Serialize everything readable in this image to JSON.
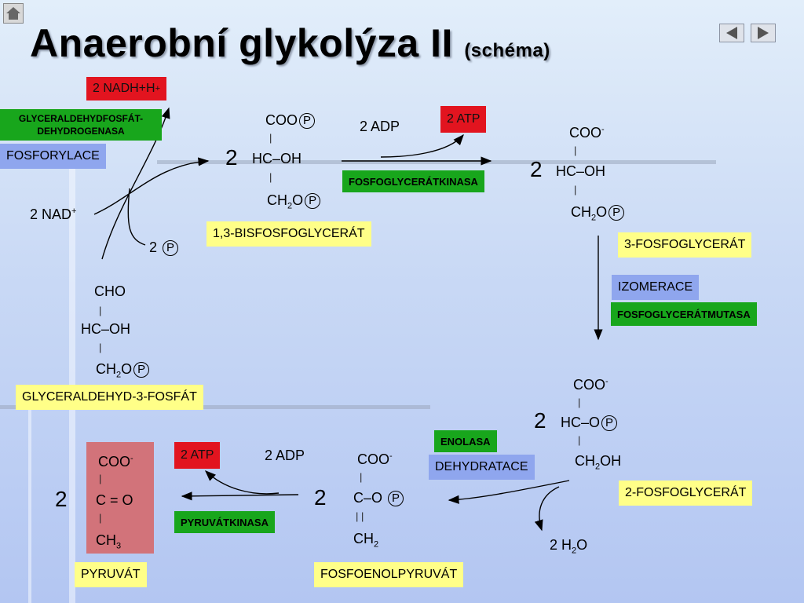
{
  "title": {
    "main": "Anaerobní glykolýza II",
    "sub": "(schéma)"
  },
  "nav": {
    "home_icon": "home-icon",
    "prev_icon": "triangle-left-icon",
    "next_icon": "triangle-right-icon"
  },
  "colors": {
    "red": "#e2141f",
    "green": "#18a61c",
    "blue": "#8fa6ee",
    "yellow": "#ffff88",
    "pink": "#d2737a"
  },
  "labels": {
    "nadh": "2 NADH+H",
    "nadh_sup": "+",
    "gapdh": "GLYCERALDEHYDFOSFÁT-DEHYDROGENASA",
    "phosphorylace": "FOSFORYLACE",
    "nad": "2 NAD",
    "nad_sup": "+",
    "two_p": "2",
    "p_symbol": "P",
    "adp1": "2 ADP",
    "atp1": "2 ATP",
    "pgk": "FOSFOGLYCERÁTKINASA",
    "bpg": "1,3-BISFOSFOGLYCERÁT",
    "pg3": "3-FOSFOGLYCERÁT",
    "izomerace": "IZOMERACE",
    "mutasa": "FOSFOGLYCERÁTMUTASA",
    "g3p": "GLYCERALDEHYD-3-FOSFÁT",
    "enolasa": "ENOLASA",
    "dehydratace": "DEHYDRATACE",
    "pg2": "2-FOSFOGLYCERÁT",
    "water": "2 H",
    "water_sub": "2",
    "water_o": "O",
    "atp2": "2 ATP",
    "adp2": "2 ADP",
    "pk": "PYRUVÁTKINASA",
    "pyruvat": "PYRUVÁT",
    "pep": "FOSFOENOLPYRUVÁT"
  },
  "stoich": {
    "coef": "2"
  },
  "formula": {
    "coo": "COO",
    "minus": "-",
    "hcoh": "HC–OH",
    "hco": "HC–O",
    "ch": "CH",
    "two": "2",
    "three": "3",
    "o": "O",
    "oh": "OH",
    "cho": "CHO",
    "co_dbl": "C = O",
    "c_o": "C–O",
    "single": "|",
    "double": "| |"
  }
}
